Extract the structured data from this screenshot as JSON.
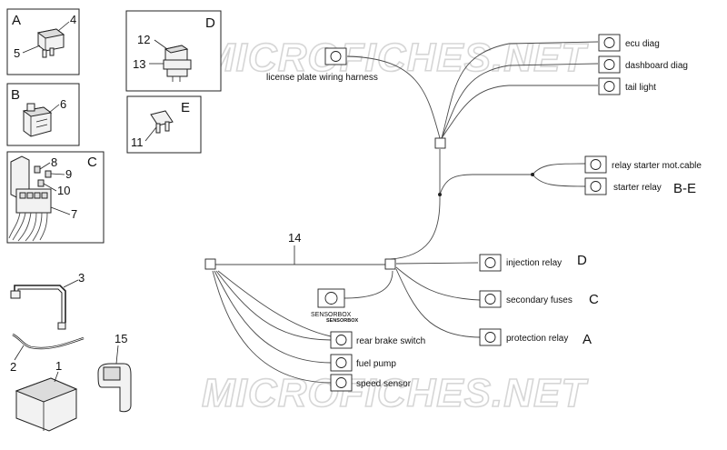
{
  "watermark": {
    "top": "MICROFICHES.NET",
    "bottom": "MICROFICHES.NET"
  },
  "groups": {
    "a": {
      "letter": "A",
      "numbers": [
        "4",
        "5"
      ]
    },
    "b": {
      "letter": "B",
      "numbers": [
        "6"
      ]
    },
    "c": {
      "letter": "C",
      "numbers": [
        "8",
        "9",
        "10",
        "7"
      ]
    },
    "d": {
      "letter": "D",
      "numbers": [
        "12",
        "13"
      ]
    },
    "e": {
      "letter": "E",
      "numbers": [
        "11"
      ]
    }
  },
  "loose_parts": {
    "numbers": [
      "3",
      "2",
      "1",
      "15"
    ]
  },
  "harness": {
    "number": "14"
  },
  "connectors": {
    "license_plate": "license plate wiring harness",
    "ecu_diag": "ecu diag",
    "dashboard_diag": "dashboard diag",
    "tail_light": "tail light",
    "relay_starter_mot": "relay starter mot.cable",
    "starter_relay": "starter relay",
    "starter_relay_ref": "B-E",
    "injection_relay": "injection relay",
    "injection_relay_ref": "D",
    "secondary_fuses": "secondary fuses",
    "secondary_fuses_ref": "C",
    "protection_relay": "protection relay",
    "protection_relay_ref": "A",
    "sensorbox": "SENSORBOX",
    "sensorbox_sub": "SENSORBOX",
    "rear_brake_switch": "rear brake switch",
    "fuel_pump": "fuel pump",
    "speed_sensor": "speed sensor"
  }
}
